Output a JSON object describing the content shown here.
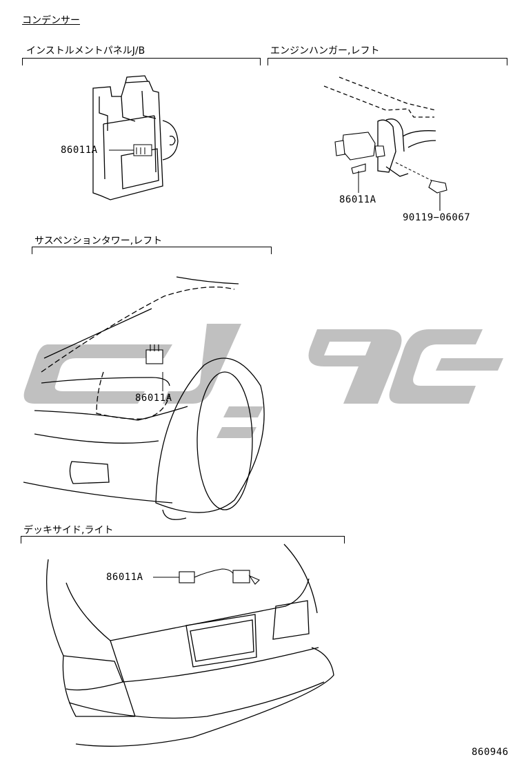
{
  "page_title": "コンデンサー",
  "sections": [
    {
      "title": "インストルメントパネルJ/B",
      "labels": [
        {
          "text": "86011A"
        }
      ]
    },
    {
      "title": "エンジンハンガー,レフト",
      "labels": [
        {
          "text": "86011A"
        },
        {
          "text": "90119−06067"
        }
      ]
    },
    {
      "title": "サスペンションタワー,レフト",
      "labels": [
        {
          "text": "86011A"
        }
      ]
    },
    {
      "title": "デッキサイド,ライト",
      "labels": [
        {
          "text": "86011A"
        }
      ]
    }
  ],
  "diagram_number": "860946",
  "watermark_color": "#bdbdbd"
}
